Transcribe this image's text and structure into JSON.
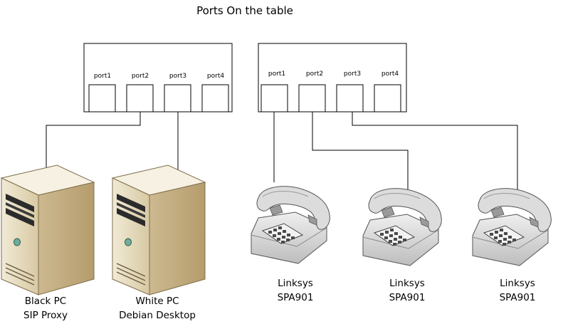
{
  "title": "Ports On the table",
  "switches": [
    {
      "ports": [
        "port1",
        "port2",
        "port3",
        "port4"
      ]
    },
    {
      "ports": [
        "port1",
        "port2",
        "port3",
        "port4"
      ]
    }
  ],
  "devices": [
    {
      "type": "server",
      "line1": "Black PC",
      "line2": "SIP Proxy"
    },
    {
      "type": "server",
      "line1": "White PC",
      "line2": "Debian Desktop"
    },
    {
      "type": "phone",
      "line1": "Linksys",
      "line2": "SPA901"
    },
    {
      "type": "phone",
      "line1": "Linksys",
      "line2": "SPA901"
    },
    {
      "type": "phone",
      "line1": "Linksys",
      "line2": "SPA901"
    }
  ],
  "colors": {
    "server_front": "#e9dfc3",
    "server_side": "#c9b48a",
    "server_top": "#f4eedd",
    "phone_body": "#d9d9d9",
    "phone_dark": "#8f8f8f",
    "power_led": "#6fae9b"
  }
}
